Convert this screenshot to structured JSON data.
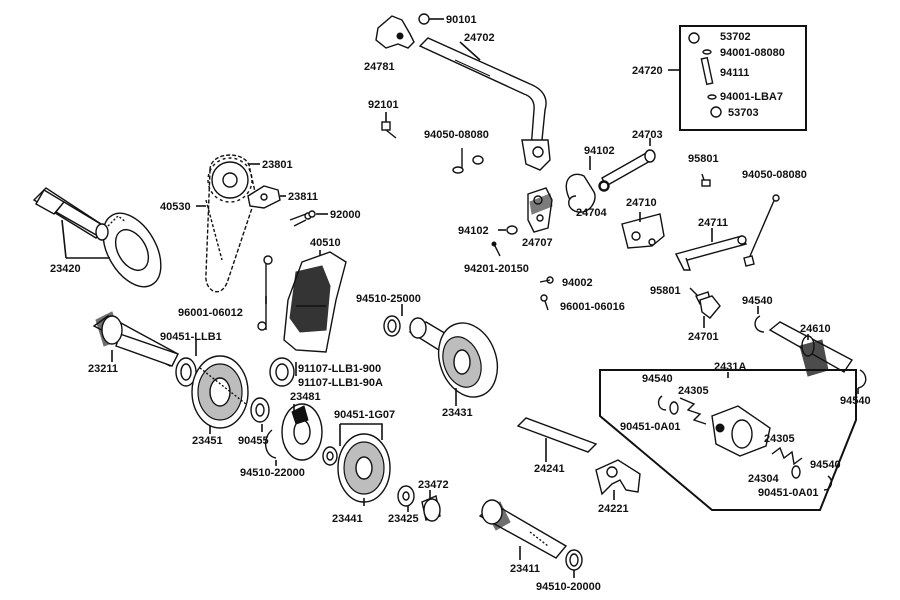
{
  "labels": {
    "p90101": "90101",
    "p24702": "24702",
    "p24781": "24781",
    "p53702": "53702",
    "p94001_08080": "94001-08080",
    "p24720": "24720",
    "p94111": "94111",
    "p94001_LBA7": "94001-LBA7",
    "p53703": "53703",
    "p92101": "92101",
    "p94050_08080_a": "94050-08080",
    "p24703": "24703",
    "p94102_a": "94102",
    "p23801": "23801",
    "p95801_a": "95801",
    "p94050_08080_b": "94050-08080",
    "p40530": "40530",
    "p23811": "23811",
    "p24704": "24704",
    "p24710": "24710",
    "p92000": "92000",
    "p94102_b": "94102",
    "p24707": "24707",
    "p24711": "24711",
    "p23420": "23420",
    "p40510": "40510",
    "p94201_20150": "94201-20150",
    "p94002": "94002",
    "p95801_b": "95801",
    "p96001_06012": "96001-06012",
    "p94510_25000": "94510-25000",
    "p96001_06016": "96001-06016",
    "p94540_a": "94540",
    "p24610": "24610",
    "p24701": "24701",
    "p90451_LLB1": "90451-LLB1",
    "p23211": "23211",
    "p91107_LLB1_900": "91107-LLB1-900",
    "p91107_LLB1_90A": "91107-LLB1-90A",
    "p2431A": "2431A",
    "p94540_b": "94540",
    "p24305_a": "24305",
    "p94540_c": "94540",
    "p23481": "23481",
    "p23431": "23431",
    "p90451_0A01_a": "90451-0A01",
    "p23451": "23451",
    "p90455": "90455",
    "p90451_1G07": "90451-1G07",
    "p24305_b": "24305",
    "p24241": "24241",
    "p94540_d": "94540",
    "p24304": "24304",
    "p94510_22000": "94510-22000",
    "p90451_0A01_b": "90451-0A01",
    "p23472": "23472",
    "p24221": "24221",
    "p23441": "23441",
    "p23425": "23425",
    "p23411": "23411",
    "p94510_20000": "94510-20000"
  }
}
